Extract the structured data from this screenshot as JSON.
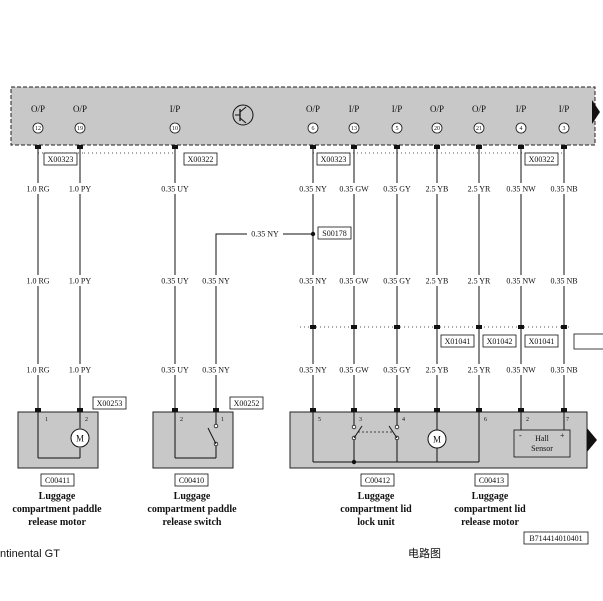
{
  "ecu": {
    "pins": [
      {
        "io": "O/P",
        "num": "12"
      },
      {
        "io": "O/P",
        "num": "19"
      },
      {
        "io": "I/P",
        "num": "10"
      },
      {
        "io": "O/P",
        "num": "6"
      },
      {
        "io": "I/P",
        "num": "13"
      },
      {
        "io": "I/P",
        "num": "5"
      },
      {
        "io": "O/P",
        "num": "20"
      },
      {
        "io": "O/P",
        "num": "21"
      },
      {
        "io": "I/P",
        "num": "4"
      },
      {
        "io": "I/P",
        "num": "3"
      }
    ]
  },
  "connectors": {
    "top": [
      "X00323",
      "X00322",
      "X00323",
      "X00322"
    ],
    "splice": "S00178",
    "inline": [
      "X01041",
      "X01042",
      "X01041"
    ],
    "paddle_motor": "X00253",
    "paddle_switch": "X00252"
  },
  "wires": {
    "w1": "1.0 RG",
    "w2": "1.0 PY",
    "w3": "0.35 UY",
    "w4": "0.35 NY",
    "w5": "0.35 GW",
    "w6": "0.35 GY",
    "w7": "2.5 YB",
    "w8": "2.5 YR",
    "w9": "0.35 NW",
    "w10": "0.35 NB"
  },
  "components": [
    {
      "code": "C00411",
      "line1": "Luggage",
      "line2": "compartment paddle",
      "line3": "release motor"
    },
    {
      "code": "C00410",
      "line1": "Luggage",
      "line2": "compartment paddle",
      "line3": "release switch"
    },
    {
      "code": "C00412",
      "line1": "Luggage",
      "line2": "compartment lid",
      "line3": "lock unit"
    },
    {
      "code": "C00413",
      "line1": "Luggage",
      "line2": "compartment lid",
      "line3": "release motor"
    }
  ],
  "component_pins": {
    "motor_a": "1",
    "motor_b": "2",
    "switch_a": "2",
    "switch_b": "1",
    "lock_a": "5",
    "lock_b": "3",
    "lock_c": "4",
    "rel_a": "6",
    "hall_a": "2",
    "hall_b": "7"
  },
  "symbols": {
    "motor": "M",
    "hall_line1": "Hall",
    "hall_line2": "Sensor",
    "minus": "-",
    "plus": "+"
  },
  "footer": {
    "left": "ntinental GT",
    "center": "电路图",
    "ref": "B714414010401"
  }
}
